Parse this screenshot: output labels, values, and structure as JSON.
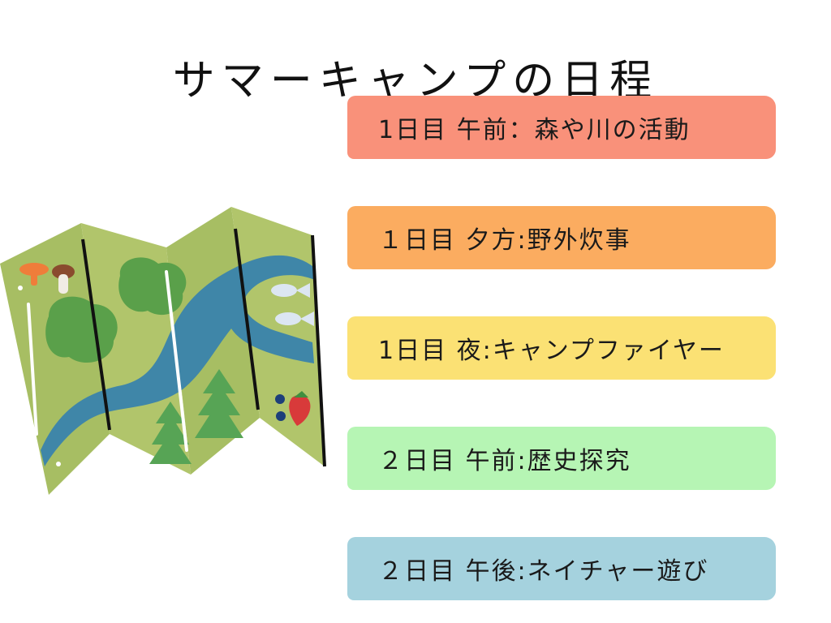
{
  "title": "サマーキャンプの日程",
  "illustration": {
    "icon": "folded-map-icon"
  },
  "schedule": [
    {
      "text": "1日目 午前：森や川の活動",
      "color": "#f9917a"
    },
    {
      "text": "１日目 夕方:野外炊事",
      "color": "#fbac60"
    },
    {
      "text": "1日目 夜:キャンプファイヤー",
      "color": "#fbe174"
    },
    {
      "text": "２日目 午前:歴史探究",
      "color": "#b6f5b4"
    },
    {
      "text": "２日目 午後:ネイチャー遊び",
      "color": "#a5d2de"
    }
  ]
}
